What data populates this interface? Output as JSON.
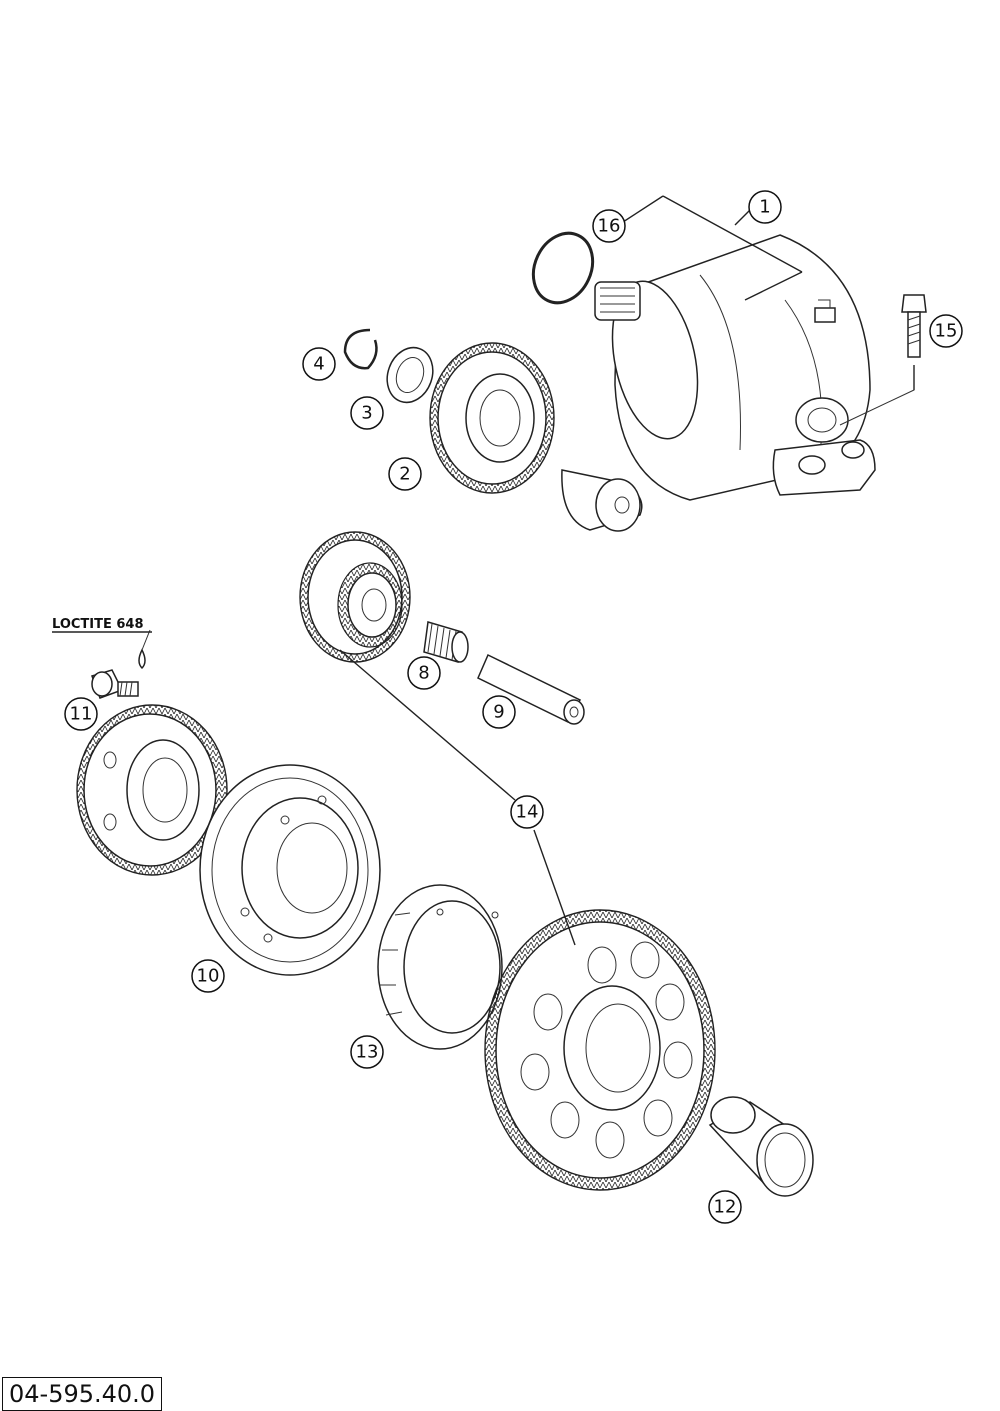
{
  "diagram": {
    "callouts": {
      "c1": "1",
      "c2": "2",
      "c3": "3",
      "c4": "4",
      "c8": "8",
      "c9": "9",
      "c10": "10",
      "c11": "11",
      "c12": "12",
      "c13": "13",
      "c14": "14",
      "c15": "15",
      "c16": "16"
    },
    "loctite_label": "LOCTITE 648",
    "part_number": "04-595.40.0"
  }
}
